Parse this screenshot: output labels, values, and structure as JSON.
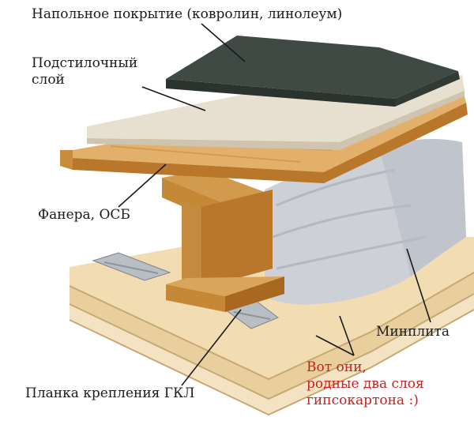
{
  "labels": {
    "floor_covering": "Напольное покрытие (ковролин, линолеум)",
    "underlay_line1": "Подстилочный",
    "underlay_line2": "слой",
    "plywood": "Фанера, ОСБ",
    "mineral_wool": "Минплита",
    "gkl_strip": "Планка крепления ГКЛ"
  },
  "note": {
    "line1": "Вот они,",
    "line2": "родные два слоя",
    "line3": "гипсокартона :)"
  },
  "colors": {
    "label_text": "#1a1a1a",
    "note_text": "#c8201c",
    "covering": "#3f4a45",
    "underlay": "#e6ded0",
    "plywood": "#d9a55a",
    "joist": "#c98b3c",
    "mineral_wool": "#c9ccd2",
    "gypsum": "#efd9b0",
    "metal_strip": "#b9bec4"
  }
}
